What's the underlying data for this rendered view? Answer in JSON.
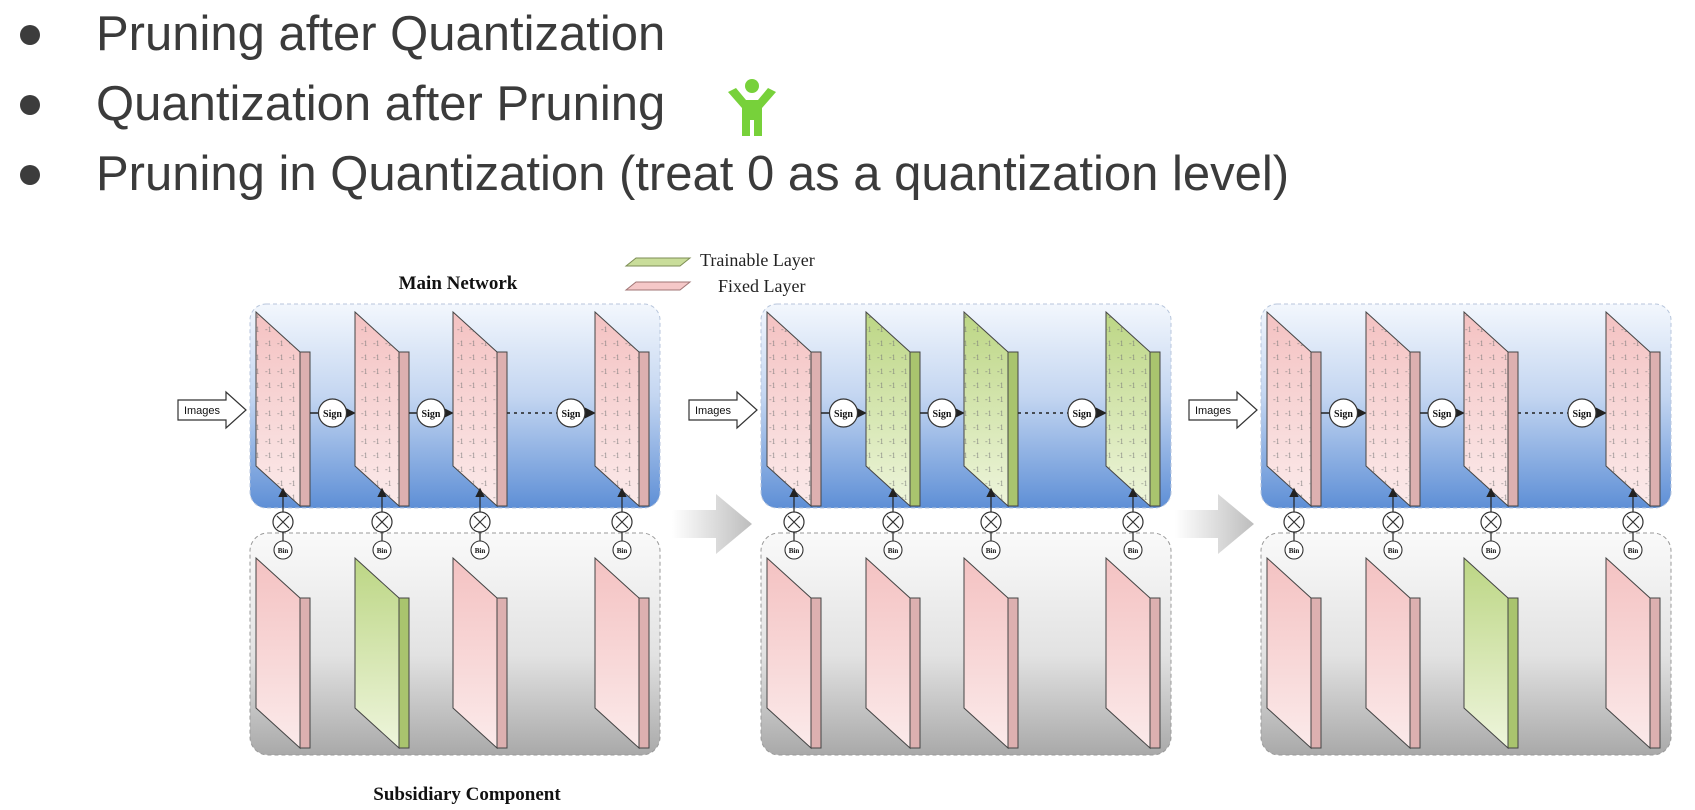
{
  "bullets": [
    {
      "text": "Pruning after Quantization"
    },
    {
      "text": "Quantization after Pruning"
    },
    {
      "text": "Pruning in Quantization (treat 0 as a quantization level)"
    }
  ],
  "icons": {
    "approval": "person-arms-up-icon",
    "approval_color": "#77d13a"
  },
  "diagram": {
    "main_network_label": "Main Network",
    "subsidiary_label": "Subsidiary Component",
    "legend": {
      "trainable": "Trainable Layer",
      "fixed": "Fixed Layer"
    },
    "input_label": "Images",
    "sign_label": "Sign",
    "bin_label": "Bin",
    "panels": [
      {
        "main_layers": [
          "fixed",
          "fixed",
          "fixed",
          "fixed"
        ],
        "sub_layers": [
          "fixed",
          "trainable",
          "fixed",
          "fixed"
        ]
      },
      {
        "main_layers": [
          "fixed",
          "trainable",
          "trainable",
          "trainable"
        ],
        "sub_layers": [
          "fixed",
          "fixed",
          "fixed",
          "fixed"
        ]
      },
      {
        "main_layers": [
          "fixed",
          "fixed",
          "fixed",
          "fixed"
        ],
        "sub_layers": [
          "fixed",
          "fixed",
          "trainable",
          "fixed"
        ]
      }
    ],
    "colors": {
      "trainable": "#c9dd9a",
      "fixed": "#f5c8c8",
      "main_bg": "#6f9bd8",
      "sub_bg": "#bdbdbd"
    }
  }
}
